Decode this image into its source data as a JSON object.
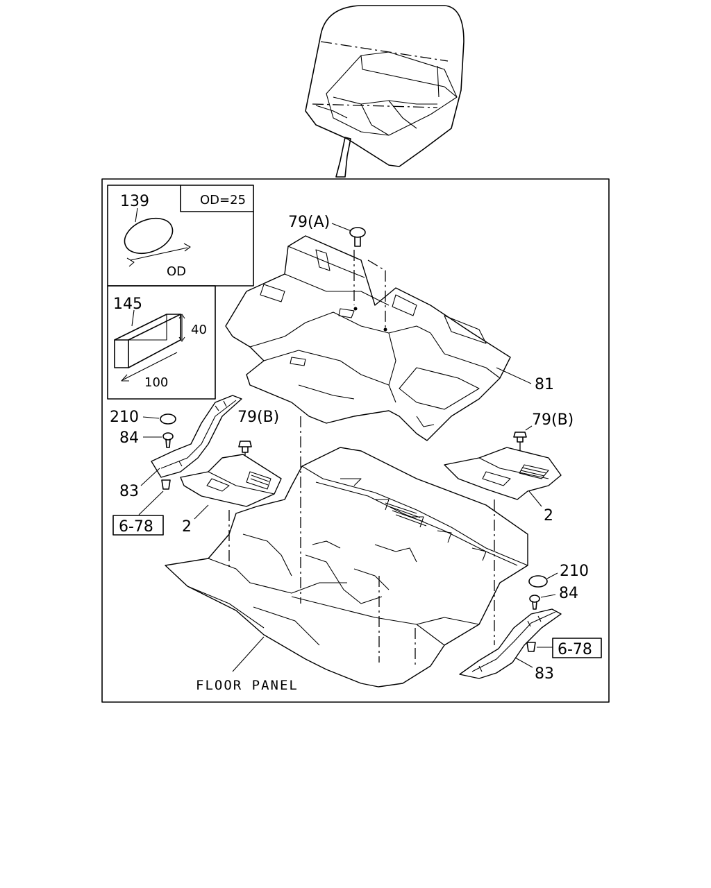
{
  "labels": {
    "p139": "139",
    "od25": "OD=25",
    "od": "OD",
    "p145": "145",
    "dim40": "40",
    "dim100": "100",
    "p79a": "79(A)",
    "p81": "81",
    "p210_left": "210",
    "p84_left": "84",
    "p79b_left": "79(B)",
    "p79b_right": "79(B)",
    "p83_left": "83",
    "ref678_left": "6-78",
    "p2_left": "2",
    "p2_right": "2",
    "p210_right": "210",
    "p84_right": "84",
    "ref678_right": "6-78",
    "p83_right": "83",
    "floor_panel": "FLOOR PANEL"
  }
}
